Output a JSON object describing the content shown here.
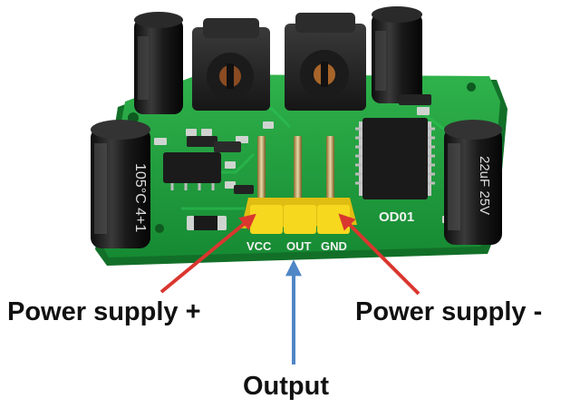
{
  "photo": {
    "subject": "PIR sensor module circuit board",
    "board_color": "#1e9d3c",
    "header_color": "#f3d21c",
    "silkscreen": {
      "pin_vcc": "VCC",
      "pin_out": "OUT",
      "pin_gnd": "GND",
      "part_code": "OD01",
      "cap_left_text": "105°C 4+1",
      "cap_right_text": "22uF 25V"
    }
  },
  "callouts": {
    "vcc_label": "Power supply +",
    "gnd_label": "Power supply -",
    "out_label": "Output",
    "vcc_arrow_color": "#d9372f",
    "gnd_arrow_color": "#d9372f",
    "out_arrow_color": "#4f86c6"
  }
}
